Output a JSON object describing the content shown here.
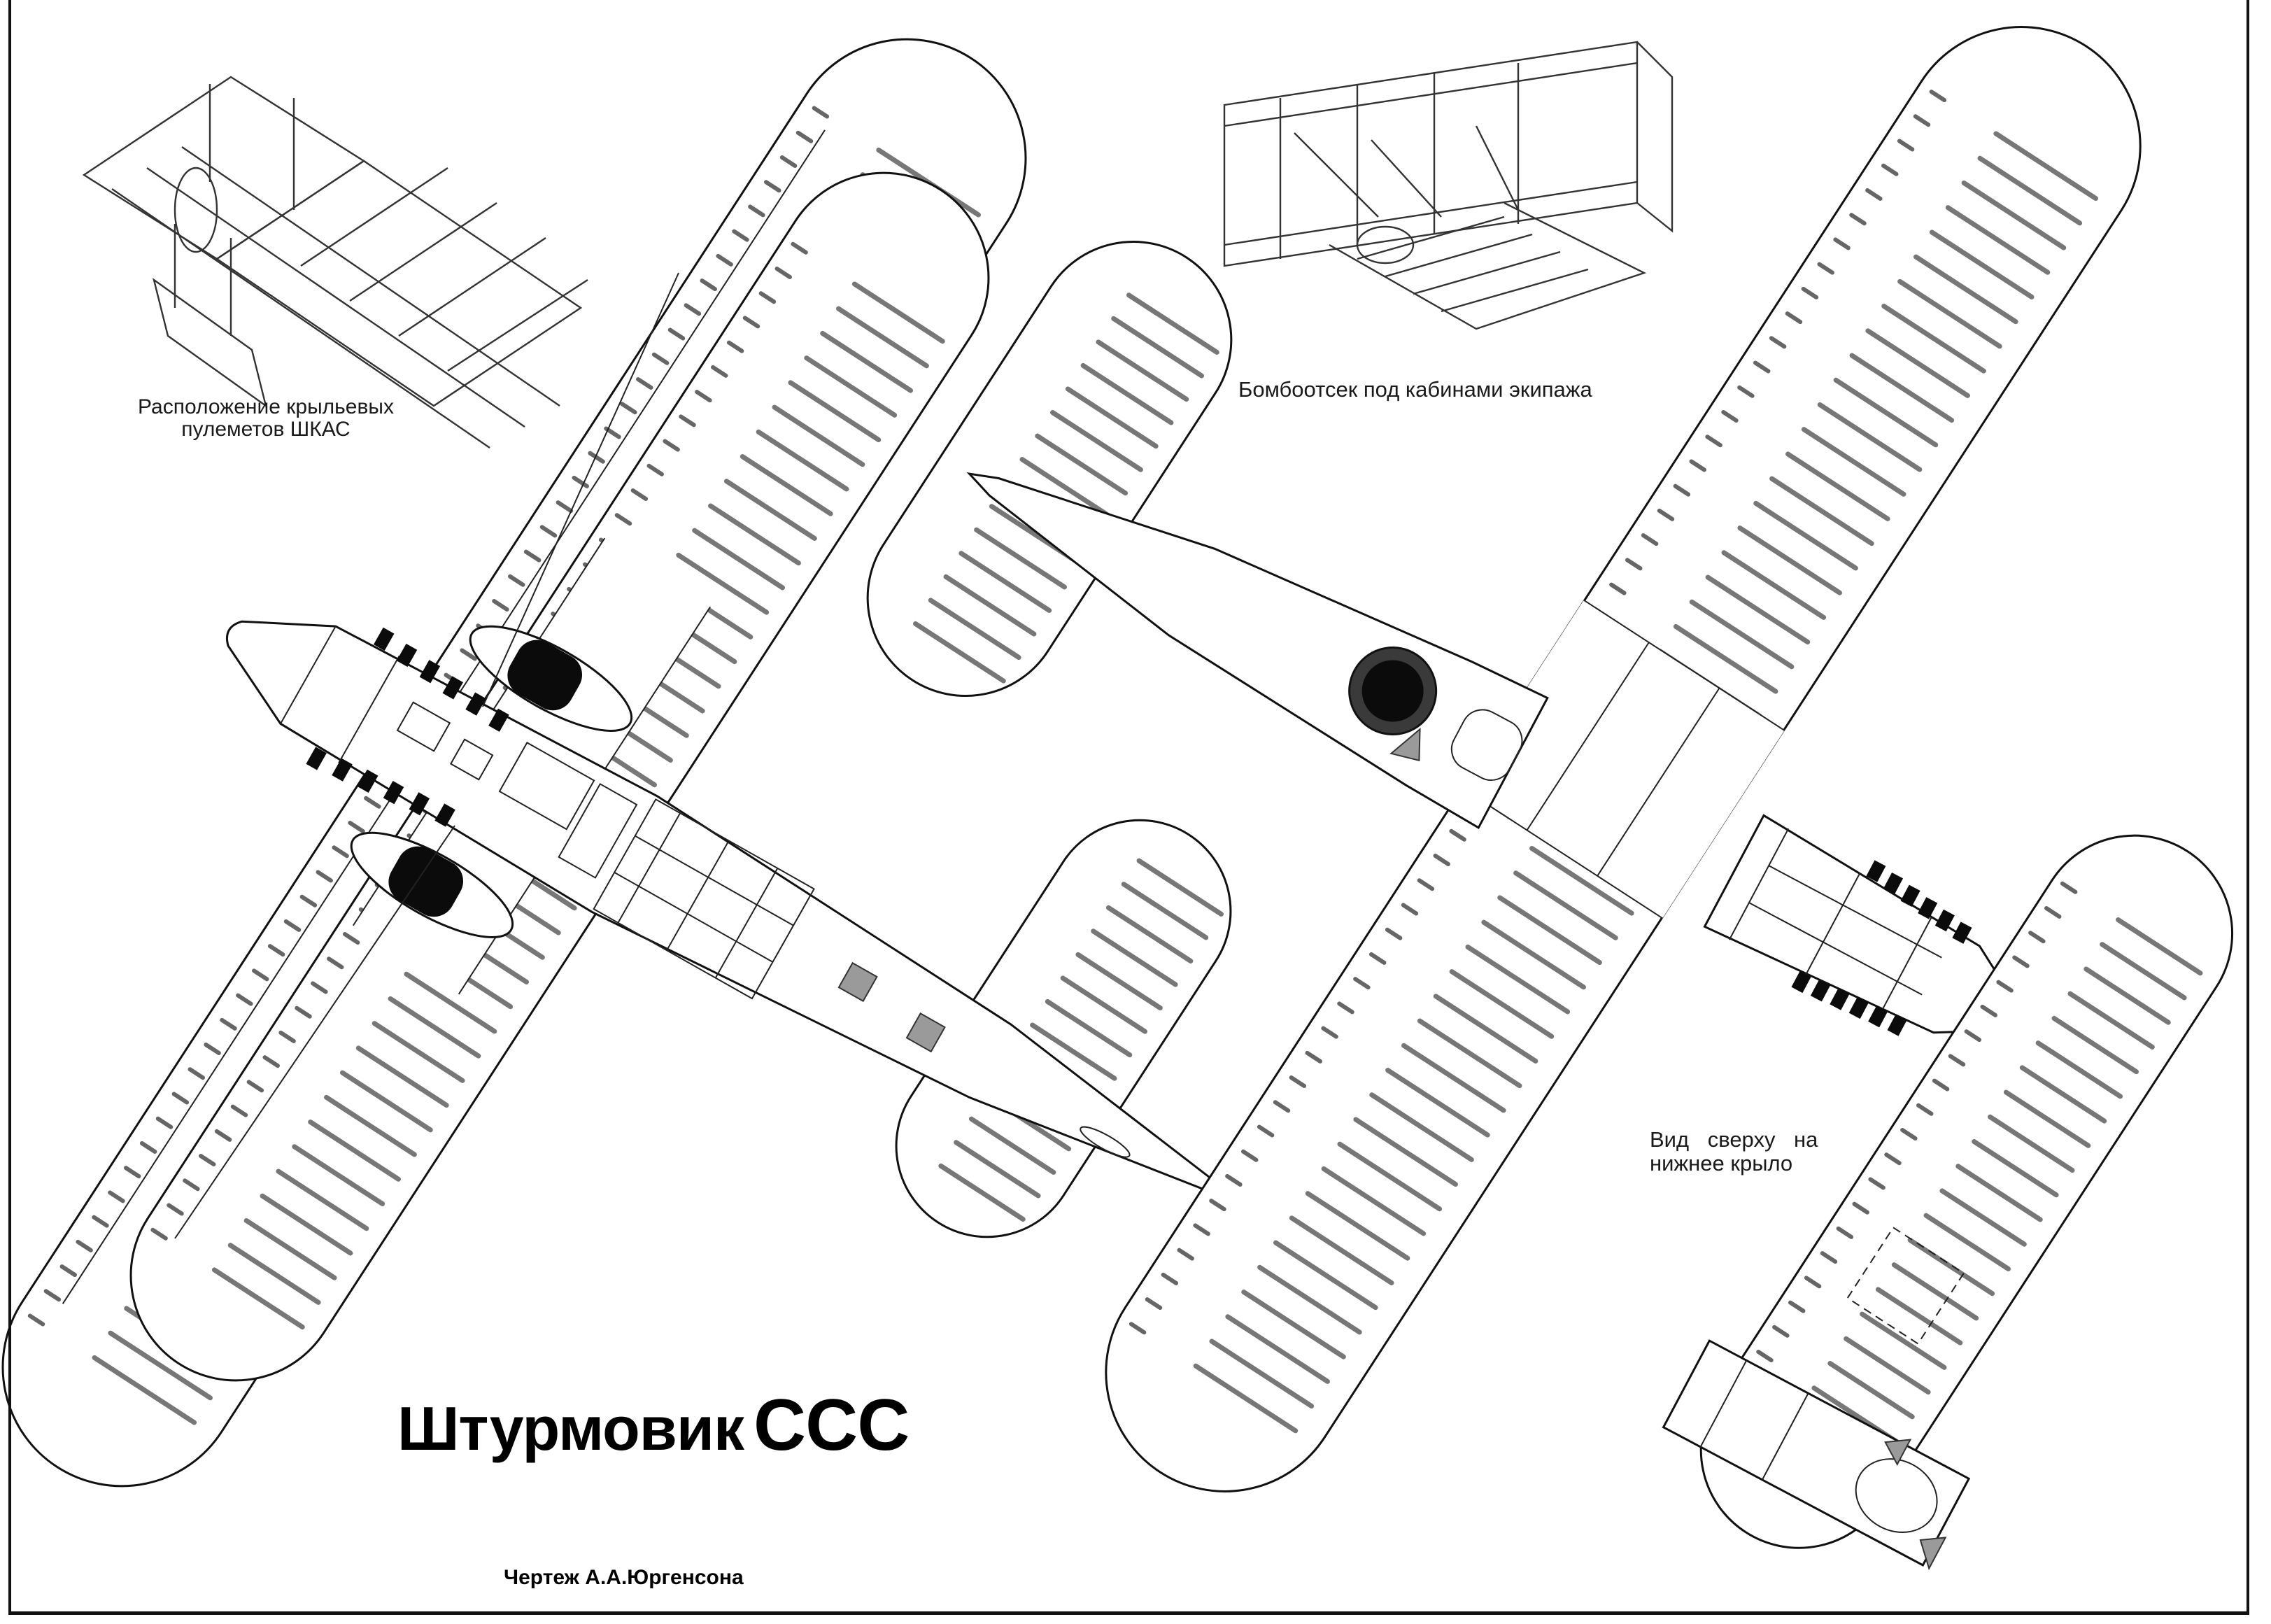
{
  "document": {
    "title_word": "Штурмовик",
    "title_model": "ССС",
    "credit": "Чертеж А.А.Юргенсона"
  },
  "captions": {
    "wing_guns_line1": "Расположение крыльевых",
    "wing_guns_line2": "пулеметов ШКАС",
    "bomb_bay": "Бомбоотсек под кабинами экипажа",
    "lower_wing_line1": "Вид сверху на",
    "lower_wing_line2": "нижнее крыло"
  },
  "views": [
    {
      "id": "underside-view",
      "kind": "plan-view"
    },
    {
      "id": "top-view",
      "kind": "plan-view"
    },
    {
      "id": "lower-wing-top-view",
      "kind": "partial-plan-view"
    },
    {
      "id": "wing-gun-installation",
      "kind": "isometric-detail"
    },
    {
      "id": "bomb-bay-detail",
      "kind": "isometric-detail"
    }
  ],
  "colors": {
    "ink": "#111111",
    "rib": "#777777",
    "shade": "#9a9a9a",
    "paper": "#ffffff"
  }
}
